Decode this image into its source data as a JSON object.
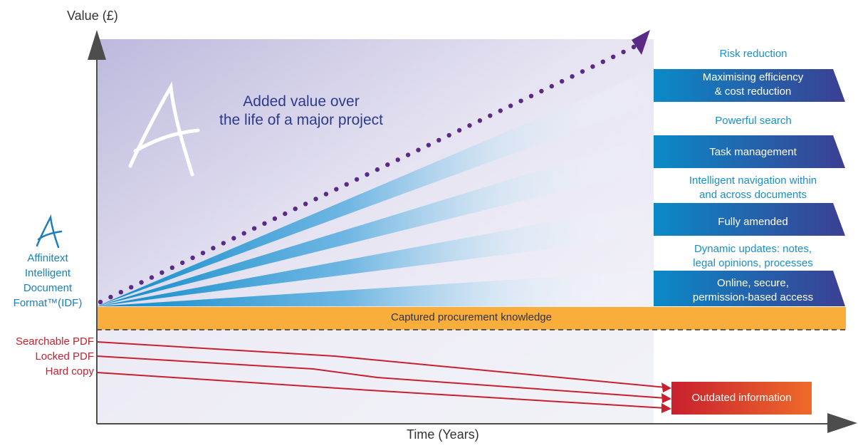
{
  "axes": {
    "y_label": "Value (£)",
    "x_label": "Time (Years)"
  },
  "headline": {
    "line1": "Added value over",
    "line2": "the life of a major project"
  },
  "brand": {
    "name_lines": [
      "Affinitext",
      "Intelligent",
      "Document",
      "Format™(IDF)"
    ]
  },
  "benefits": [
    {
      "text": [
        "Risk reduction"
      ],
      "style": "plain"
    },
    {
      "text": [
        "Maximising efficiency",
        "& cost reduction"
      ],
      "style": "ribbon"
    },
    {
      "text": [
        "Powerful search"
      ],
      "style": "plain"
    },
    {
      "text": [
        "Task management"
      ],
      "style": "ribbon"
    },
    {
      "text": [
        "Intelligent navigation within",
        "and across documents"
      ],
      "style": "plain"
    },
    {
      "text": [
        "Fully amended"
      ],
      "style": "ribbon"
    },
    {
      "text": [
        "Dynamic updates: notes,",
        "legal opinions, processes"
      ],
      "style": "plain"
    },
    {
      "text": [
        "Online, secure,",
        "permission-based access"
      ],
      "style": "ribbon"
    }
  ],
  "band": {
    "label": "Captured procurement knowledge"
  },
  "doc_types": [
    "Searchable PDF",
    "Locked PDF",
    "Hard copy"
  ],
  "outcome": {
    "label": "Outdated information"
  },
  "colors": {
    "ribbon_blue": "#0a8ac8",
    "ribbon_navy": "#3b3f92",
    "band_orange": "#f9ad3b",
    "red_line": "#c8202e",
    "dotted_purple": "#5a2a86",
    "axis_grey": "#4d4d4d"
  }
}
